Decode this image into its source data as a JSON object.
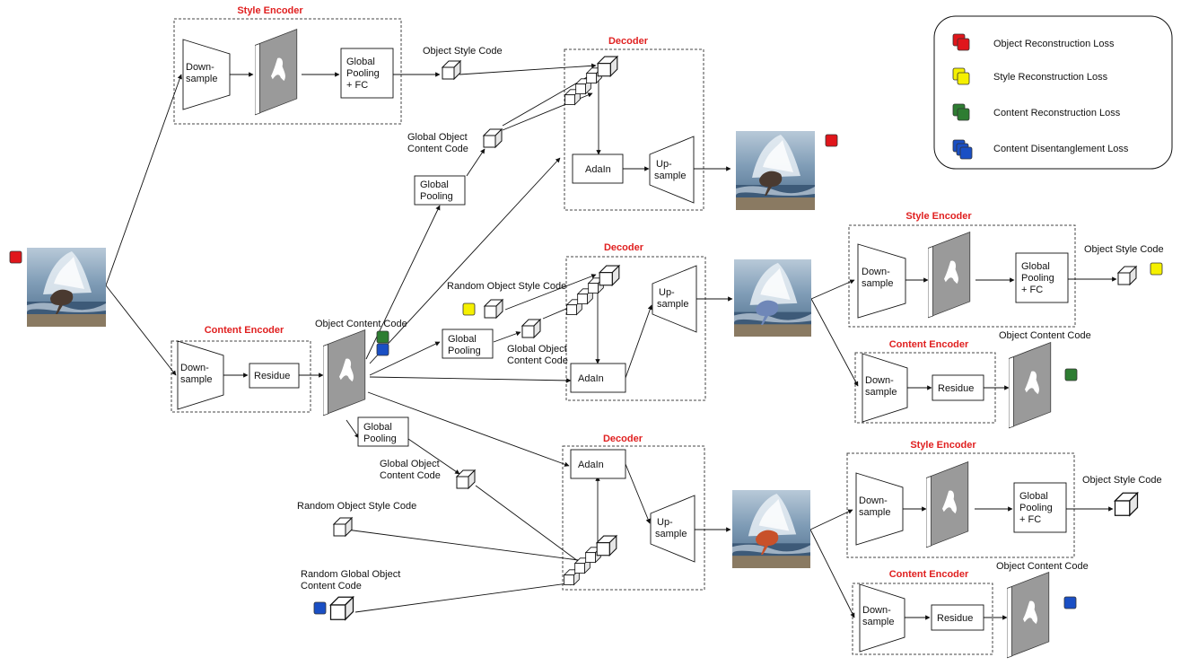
{
  "diagram": {
    "colors": {
      "accent_red": "#e02020",
      "object_recon": "#e0161b",
      "style_recon": "#f5f000",
      "content_recon": "#2e7d32",
      "disentangle": "#1a4fc4",
      "block_gray": "#9a9a9a"
    },
    "titles": {
      "style_encoder": "Style Encoder",
      "content_encoder": "Content Encoder",
      "decoder": "Decoder"
    },
    "blocks": {
      "downsample_l1": "Down-",
      "downsample_l2": "sample",
      "upsample_l1": "Up-",
      "upsample_l2": "sample",
      "gp_fc_l1": "Global",
      "gp_fc_l2": "Pooling",
      "gp_fc_l3": "+ FC",
      "global_pool_l1": "Global",
      "global_pool_l2": "Pooling",
      "residue": "Residue",
      "adain": "AdaIn"
    },
    "labels": {
      "object_style_code": "Object Style Code",
      "object_content_code": "Object Content Code",
      "global_object_content_l1": "Global Object",
      "global_object_content_l2": "Content Code",
      "random_object_style_code": "Random Object Style Code",
      "random_global_l1": "Random Global Object",
      "random_global_l2": "Content Code"
    },
    "legend": [
      {
        "label": "Object Reconstruction Loss",
        "color": "#e0161b",
        "icon": "stacked-squares-red"
      },
      {
        "label": "Style Reconstruction Loss",
        "color": "#f5f000",
        "icon": "stacked-squares-yellow"
      },
      {
        "label": "Content Reconstruction Loss",
        "color": "#2e7d32",
        "icon": "stacked-squares-green"
      },
      {
        "label": "Content Disentanglement Loss",
        "color": "#1a4fc4",
        "icon": "stacked-squares-blue"
      }
    ]
  }
}
